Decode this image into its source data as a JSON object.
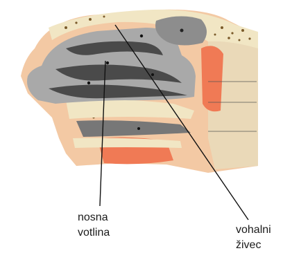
{
  "labels": {
    "nasal_cavity": [
      "nosna",
      "votlina"
    ],
    "olfactory_nerve": [
      "vohalni",
      "živec"
    ]
  },
  "colors": {
    "skin": "#f3c9a4",
    "skin_dark": "#e9a98a",
    "cavity_light": "#a9a9a9",
    "cavity_dark": "#4a4a4a",
    "bone": "#f1e6c4",
    "bone_spots": "#7a5a2a",
    "muscle": "#f07a55",
    "tissue": "#ead9b8",
    "line": "#111111"
  }
}
